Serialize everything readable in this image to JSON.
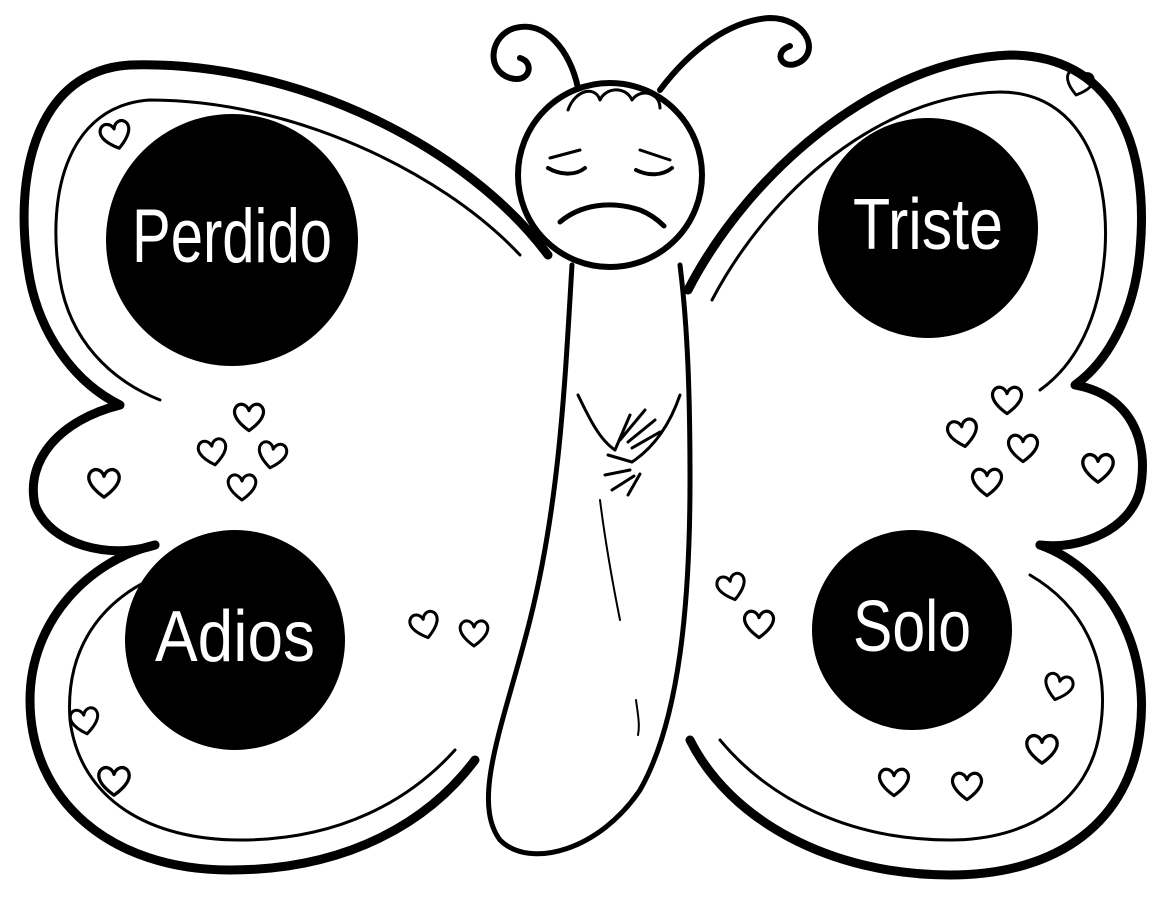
{
  "words": [
    {
      "id": "perdido",
      "text": "Perdido"
    },
    {
      "id": "triste",
      "text": "Triste"
    },
    {
      "id": "adios",
      "text": "Adios"
    },
    {
      "id": "solo",
      "text": "Solo"
    }
  ],
  "colors": {
    "ink": "#000000",
    "paper": "#ffffff",
    "label_text": "#ffffff"
  },
  "icons": [
    "heart-icon"
  ]
}
